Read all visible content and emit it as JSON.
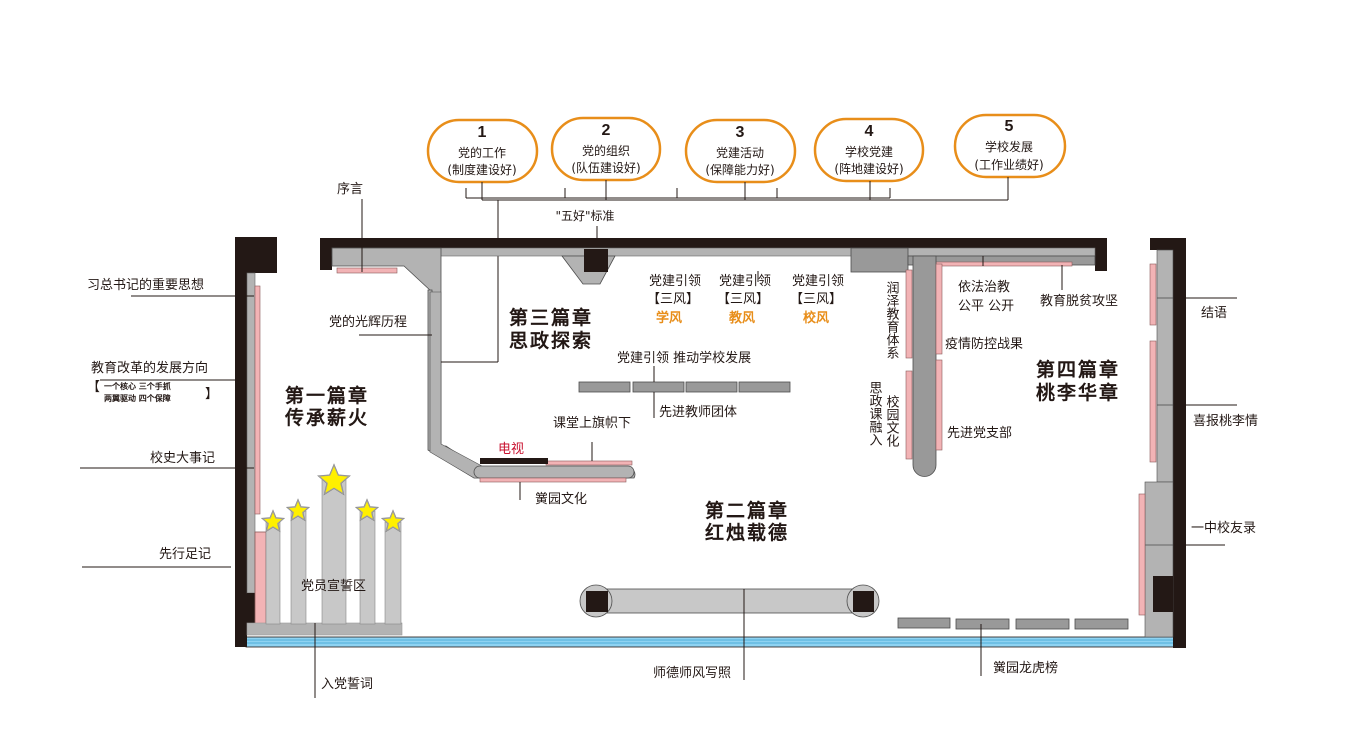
{
  "title": "展厅平面布局图",
  "colors": {
    "wall": "#231815",
    "panel_gray": "#b3b3b3",
    "panel_dark_gray": "#999999",
    "pink": "#f2b3b5",
    "orange": "#e88e1a",
    "red": "#c8102e",
    "star_yellow": "#fff000",
    "window_blue": "#8fd3f2"
  },
  "five_good": {
    "label": "\"五好\"标准",
    "items": [
      {
        "num": "1",
        "title": "党的工作",
        "sub": "(制度建设好)"
      },
      {
        "num": "2",
        "title": "党的组织",
        "sub": "(队伍建设好)"
      },
      {
        "num": "3",
        "title": "党建活动",
        "sub": "(保障能力好)"
      },
      {
        "num": "4",
        "title": "学校党建",
        "sub": "(阵地建设好)"
      },
      {
        "num": "5",
        "title": "学校发展",
        "sub": "(工作业绩好)"
      }
    ]
  },
  "chapters": {
    "one": {
      "line1": "第一篇章",
      "line2": "传承薪火"
    },
    "two": {
      "line1": "第二篇章",
      "line2": "红烛载德"
    },
    "three": {
      "line1": "第三篇章",
      "line2": "思政探索"
    },
    "four": {
      "line1": "第四篇章",
      "line2": "桃李华章"
    }
  },
  "left_labels": {
    "xi_thought": "习总书记的重要思想",
    "edu_reform": "教育改革的发展方向",
    "edu_reform_sub1": "一个核心  三个手抓",
    "edu_reform_sub2": "两翼驱动  四个保障",
    "school_history": "校史大事记",
    "pioneer": "先行足记"
  },
  "top_labels": {
    "preface": "序言",
    "party_history": "党的光辉历程"
  },
  "sanfeng": {
    "lead": "党建引领",
    "bracket": "【三风】",
    "items": [
      "学风",
      "教风",
      "校风"
    ]
  },
  "middle_labels": {
    "party_drive": "党建引领 推动学校发展",
    "advanced_teachers": "先进教师团体",
    "classroom_flag": "课堂上旗帜下",
    "tv": "电视",
    "campus_culture": "黉园文化"
  },
  "right_inner_labels": {
    "rule_of_law_1": "依法治教",
    "rule_of_law_2": "公平 公开",
    "poverty": "教育脱贫攻坚",
    "epidemic": "疫情防控战果",
    "advanced_branch": "先进党支部",
    "education_system": "润泽教育体系",
    "ideology_1": "思政课融入",
    "ideology_2": "校园文化"
  },
  "right_labels": {
    "epilogue": "结语",
    "good_news": "喜报桃李情",
    "alumni": "一中校友录"
  },
  "bottom_labels": {
    "oath_zone": "党员宣誓区",
    "oath_words": "入党誓词",
    "teacher_ethics": "师德师风写照",
    "honor_board": "黉园龙虎榜"
  }
}
